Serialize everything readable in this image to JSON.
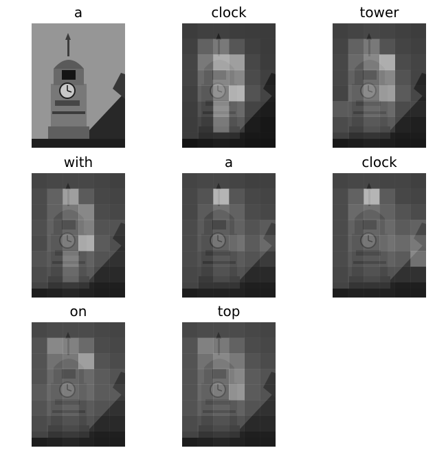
{
  "panels": [
    {
      "word": "a",
      "heat": null
    },
    {
      "word": "clock",
      "heat": [
        [
          0.05,
          0.08,
          0.07,
          0.06,
          0.05,
          0.04
        ],
        [
          0.08,
          0.3,
          0.45,
          0.22,
          0.08,
          0.04
        ],
        [
          0.1,
          0.45,
          0.8,
          0.7,
          0.12,
          0.05
        ],
        [
          0.1,
          0.35,
          0.6,
          0.55,
          0.15,
          0.08
        ],
        [
          0.08,
          0.3,
          0.55,
          0.85,
          0.2,
          0.1
        ],
        [
          0.06,
          0.2,
          0.65,
          0.35,
          0.1,
          0.08
        ],
        [
          0.05,
          0.12,
          0.5,
          0.25,
          0.08,
          0.05
        ],
        [
          0.05,
          0.08,
          0.1,
          0.08,
          0.06,
          0.05
        ]
      ]
    },
    {
      "word": "tower",
      "heat": [
        [
          0.08,
          0.1,
          0.12,
          0.1,
          0.08,
          0.06
        ],
        [
          0.1,
          0.3,
          0.45,
          0.2,
          0.1,
          0.08
        ],
        [
          0.12,
          0.35,
          0.55,
          0.8,
          0.15,
          0.1
        ],
        [
          0.12,
          0.3,
          0.45,
          0.55,
          0.2,
          0.1
        ],
        [
          0.1,
          0.35,
          0.5,
          0.7,
          0.25,
          0.12
        ],
        [
          0.25,
          0.25,
          0.4,
          0.35,
          0.15,
          0.15
        ],
        [
          0.15,
          0.2,
          0.3,
          0.25,
          0.12,
          0.1
        ],
        [
          0.08,
          0.1,
          0.12,
          0.1,
          0.08,
          0.08
        ]
      ]
    },
    {
      "word": "with",
      "heat": [
        [
          0.1,
          0.12,
          0.12,
          0.12,
          0.1,
          0.08
        ],
        [
          0.15,
          0.3,
          0.7,
          0.25,
          0.12,
          0.1
        ],
        [
          0.15,
          0.3,
          0.45,
          0.55,
          0.15,
          0.12
        ],
        [
          0.18,
          0.3,
          0.4,
          0.5,
          0.2,
          0.2
        ],
        [
          0.15,
          0.3,
          0.4,
          0.8,
          0.25,
          0.18
        ],
        [
          0.2,
          0.25,
          0.55,
          0.3,
          0.2,
          0.2
        ],
        [
          0.15,
          0.2,
          0.4,
          0.25,
          0.15,
          0.15
        ],
        [
          0.1,
          0.12,
          0.15,
          0.12,
          0.1,
          0.1
        ]
      ]
    },
    {
      "word": "a",
      "heat": [
        [
          0.1,
          0.12,
          0.12,
          0.1,
          0.08,
          0.08
        ],
        [
          0.12,
          0.2,
          0.85,
          0.22,
          0.12,
          0.1
        ],
        [
          0.12,
          0.25,
          0.4,
          0.3,
          0.15,
          0.12
        ],
        [
          0.15,
          0.25,
          0.35,
          0.3,
          0.2,
          0.25
        ],
        [
          0.15,
          0.25,
          0.35,
          0.4,
          0.25,
          0.35
        ],
        [
          0.15,
          0.2,
          0.3,
          0.25,
          0.2,
          0.25
        ],
        [
          0.12,
          0.15,
          0.25,
          0.2,
          0.15,
          0.15
        ],
        [
          0.1,
          0.12,
          0.12,
          0.12,
          0.1,
          0.1
        ]
      ]
    },
    {
      "word": "clock",
      "heat": [
        [
          0.1,
          0.12,
          0.12,
          0.1,
          0.1,
          0.08
        ],
        [
          0.15,
          0.3,
          0.85,
          0.25,
          0.12,
          0.1
        ],
        [
          0.15,
          0.35,
          0.4,
          0.3,
          0.2,
          0.15
        ],
        [
          0.15,
          0.3,
          0.4,
          0.35,
          0.25,
          0.3
        ],
        [
          0.15,
          0.3,
          0.35,
          0.4,
          0.35,
          0.45
        ],
        [
          0.15,
          0.25,
          0.3,
          0.3,
          0.25,
          0.55
        ],
        [
          0.12,
          0.2,
          0.25,
          0.2,
          0.2,
          0.2
        ],
        [
          0.1,
          0.12,
          0.12,
          0.12,
          0.1,
          0.1
        ]
      ]
    },
    {
      "word": "on",
      "heat": [
        [
          0.12,
          0.15,
          0.15,
          0.15,
          0.12,
          0.1
        ],
        [
          0.2,
          0.55,
          0.5,
          0.35,
          0.15,
          0.12
        ],
        [
          0.2,
          0.4,
          0.45,
          0.7,
          0.2,
          0.15
        ],
        [
          0.2,
          0.35,
          0.4,
          0.35,
          0.25,
          0.2
        ],
        [
          0.25,
          0.35,
          0.4,
          0.35,
          0.25,
          0.25
        ],
        [
          0.2,
          0.3,
          0.35,
          0.25,
          0.2,
          0.2
        ],
        [
          0.15,
          0.2,
          0.25,
          0.2,
          0.15,
          0.15
        ],
        [
          0.1,
          0.12,
          0.15,
          0.12,
          0.1,
          0.1
        ]
      ]
    },
    {
      "word": "top",
      "heat": [
        [
          0.12,
          0.15,
          0.15,
          0.15,
          0.12,
          0.1
        ],
        [
          0.2,
          0.5,
          0.45,
          0.3,
          0.15,
          0.12
        ],
        [
          0.2,
          0.4,
          0.55,
          0.45,
          0.2,
          0.15
        ],
        [
          0.2,
          0.35,
          0.45,
          0.55,
          0.25,
          0.2
        ],
        [
          0.2,
          0.35,
          0.4,
          0.65,
          0.25,
          0.2
        ],
        [
          0.2,
          0.3,
          0.35,
          0.3,
          0.2,
          0.2
        ],
        [
          0.15,
          0.2,
          0.25,
          0.2,
          0.15,
          0.15
        ],
        [
          0.1,
          0.12,
          0.15,
          0.12,
          0.1,
          0.1
        ]
      ]
    }
  ]
}
